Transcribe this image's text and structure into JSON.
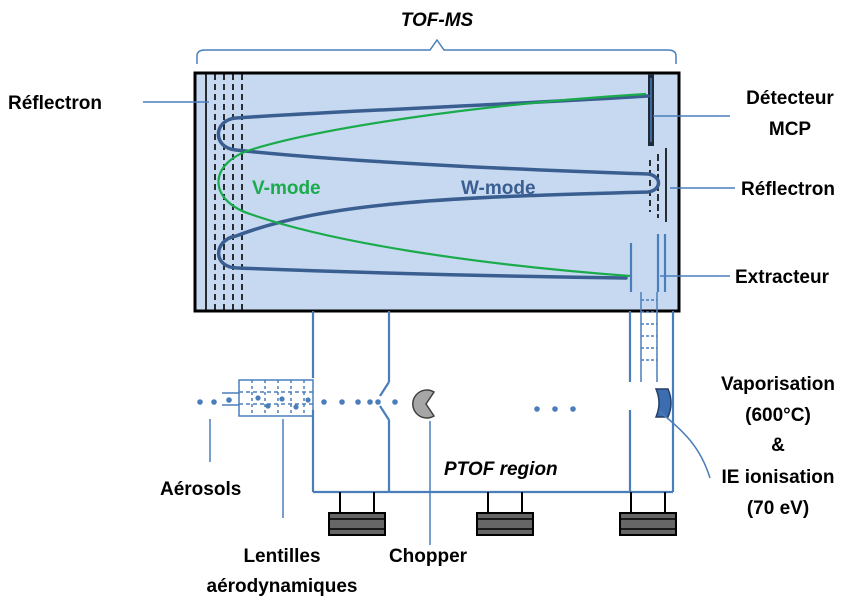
{
  "labels": {
    "tof_ms": "TOF-MS",
    "reflectron_left": "Réflectron",
    "detecteur_line1": "Détecteur",
    "detecteur_line2": "MCP",
    "reflectron_right": "Réflectron",
    "extracteur": "Extracteur",
    "v_mode": "V-mode",
    "w_mode": "W-mode",
    "vaporisation_line1": "Vaporisation",
    "vaporisation_line2": "(600°C)",
    "ampersand": "&",
    "ie_line1": "IE ionisation",
    "ie_line2": "(70 eV)",
    "aerosols": "Aérosols",
    "ptof_region": "PTOF region",
    "lentilles_line1": "Lentilles",
    "lentilles_line2": "aérodynamiques",
    "chopper": "Chopper"
  },
  "colors": {
    "chamber_fill": "#c6d9f1",
    "structure_blue": "#4a7ebb",
    "w_mode_path": "#3b5e91",
    "v_mode_path": "#1aab4b",
    "pump_gray": "#666666"
  }
}
